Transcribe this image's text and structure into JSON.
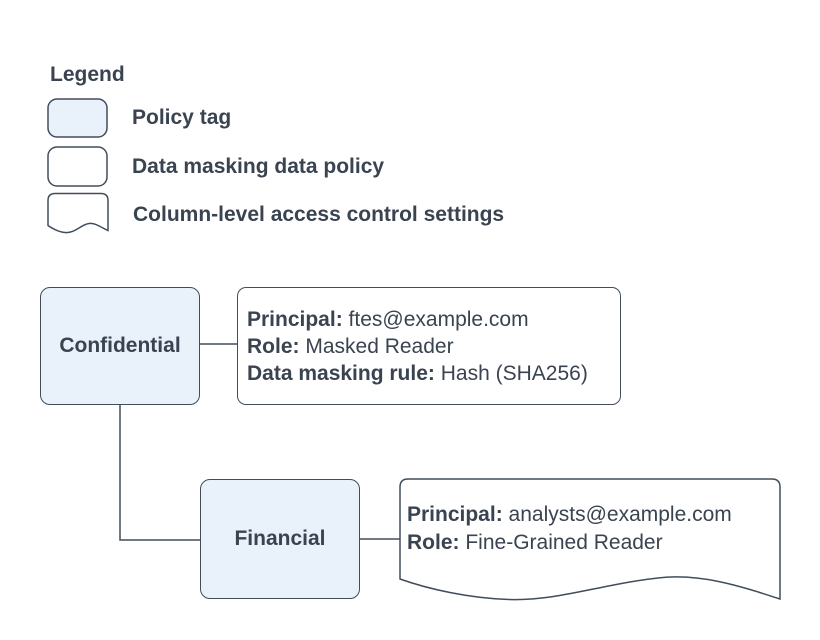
{
  "colors": {
    "node_fill": "#e9f1fb",
    "policy_fill": "#ffffff",
    "stroke": "#424d5a",
    "text": "#3a4350"
  },
  "legend": {
    "title": "Legend",
    "items": [
      {
        "shape": "policy-tag",
        "label": "Policy tag"
      },
      {
        "shape": "data-masking-policy",
        "label": "Data masking data policy"
      },
      {
        "shape": "column-access-document",
        "label": "Column-level access control settings"
      }
    ]
  },
  "nodes": {
    "confidential": {
      "label": "Confidential"
    },
    "financial": {
      "label": "Financial"
    },
    "masking_policy": {
      "lines": [
        {
          "label": "Principal:",
          "value": "ftes@example.com"
        },
        {
          "label": "Role:",
          "value": "Masked Reader"
        },
        {
          "label": "Data masking rule:",
          "value": "Hash (SHA256)"
        }
      ]
    },
    "column_access": {
      "lines": [
        {
          "label": "Principal:",
          "value": "analysts@example.com"
        },
        {
          "label": "Role:",
          "value": "Fine-Grained Reader"
        }
      ]
    }
  }
}
